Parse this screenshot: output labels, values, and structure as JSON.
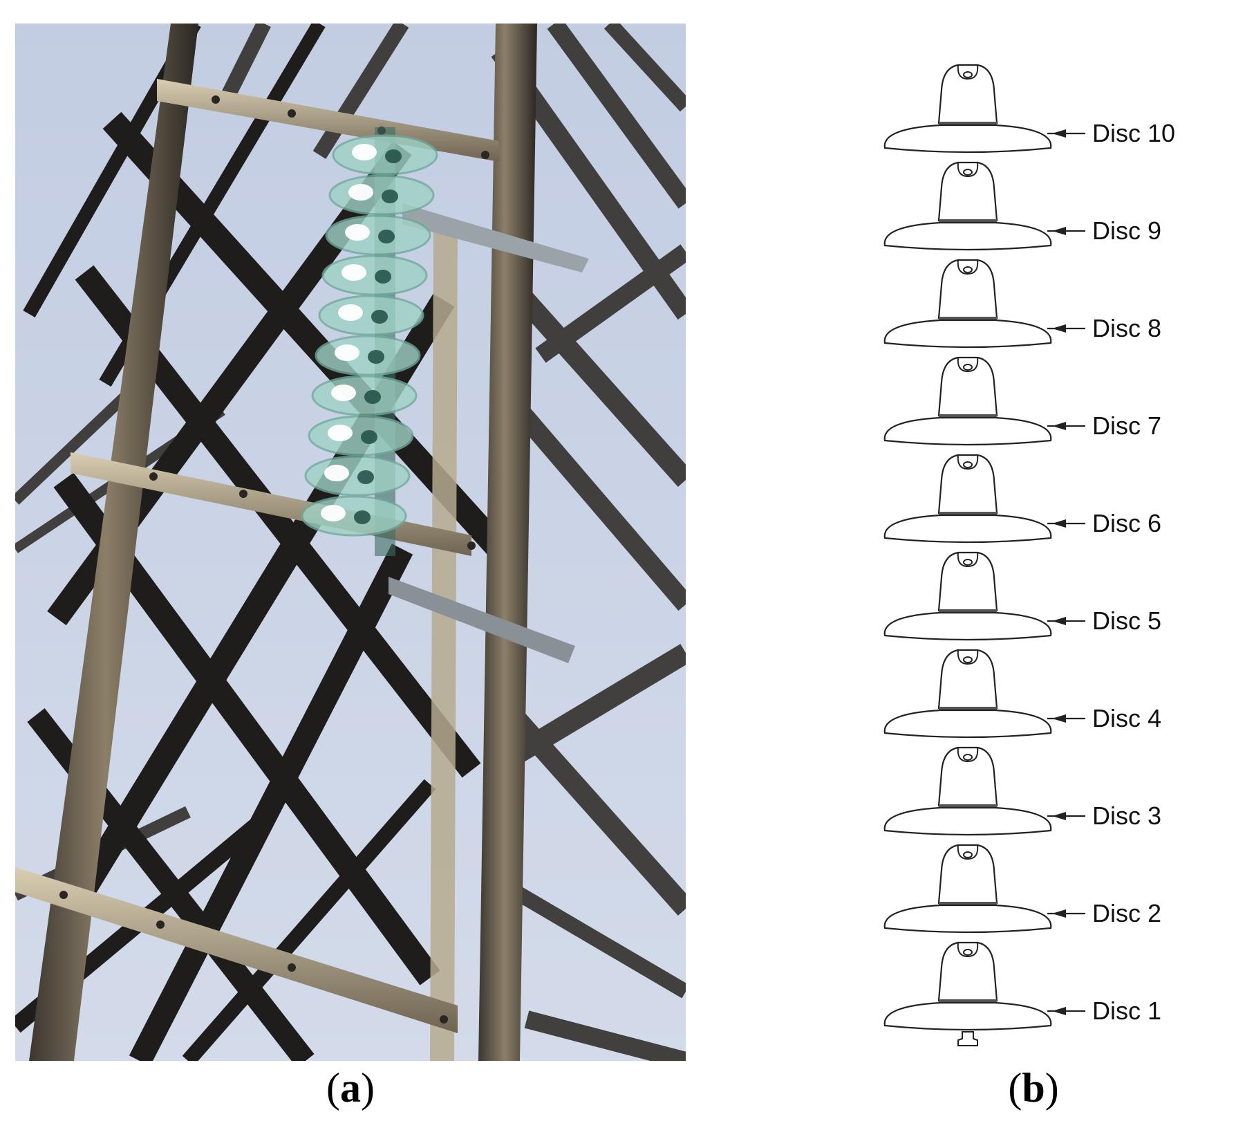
{
  "panel_a": {
    "caption_open": "(",
    "caption_letter": "a",
    "caption_close": ")",
    "sky_color": "#c9d3e6",
    "steel_color": "#2c2a26",
    "insulator_color": "#9fd2c6",
    "insulator_disc_count": 10
  },
  "panel_b": {
    "caption_open": "(",
    "caption_letter": "b",
    "caption_close": ")",
    "discs": [
      {
        "label": "Disc 10"
      },
      {
        "label": "Disc 9"
      },
      {
        "label": "Disc 8"
      },
      {
        "label": "Disc 7"
      },
      {
        "label": "Disc 6"
      },
      {
        "label": "Disc 5"
      },
      {
        "label": "Disc 4"
      },
      {
        "label": "Disc 3"
      },
      {
        "label": "Disc 2"
      },
      {
        "label": "Disc 1"
      }
    ]
  }
}
